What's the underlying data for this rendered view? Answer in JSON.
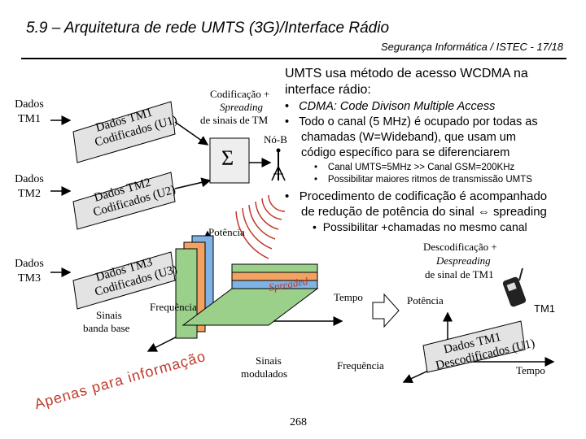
{
  "header": {
    "title": "5.9 – Arquitetura de rede UMTS (3G)/Interface Rádio",
    "subtitle": "Segurança Informática / ISTEC - 17/18"
  },
  "inputs": [
    {
      "label_line1": "Dados",
      "label_line2": "TM1",
      "box_line1": "Dados TM1",
      "box_line2": "Codificados (U1)"
    },
    {
      "label_line1": "Dados",
      "label_line2": "TM2",
      "box_line1": "Dados TM2",
      "box_line2": "Codificados (U2)"
    },
    {
      "label_line1": "Dados",
      "label_line2": "TM3",
      "box_line1": "Dados TM3",
      "box_line2": "Codificados (U3)"
    }
  ],
  "coding_label": {
    "line1": "Codificação +",
    "line2": "Spreading",
    "line3": "de sinais de TM"
  },
  "sum_symbol": "Σ",
  "node_b": "Nó-B",
  "axes": {
    "potencia": "Potência",
    "frequencia": "Frequência",
    "sinais_banda_base_l1": "Sinais",
    "sinais_banda_base_l2": "banda base",
    "spreaded": "Spreaded",
    "sinais_modulados_l1": "Sinais",
    "sinais_modulados_l2": "modulados",
    "tempo": "Tempo",
    "potencia_right": "Potência",
    "frequencia_right": "Frequência",
    "tempo_right": "Tempo"
  },
  "text_panel": {
    "heading_l1": "UMTS usa método de acesso WCDMA na",
    "heading_l2": "interface rádio:",
    "bullets": [
      "CDMA: Code Divison Multiple Access",
      "Todo o canal (5 MHz) é ocupado por todas as",
      "chamadas (W=Wideband), que usam um",
      "código específico para se diferenciarem"
    ],
    "sub_bullets": [
      "Canal UMTS=5MHz >> Canal GSM=200KHz",
      "Possibilitar maiores ritmos de transmissão UMTS"
    ],
    "proc_l1": "Procedimento de codificação é acompanhado",
    "proc_l2": "de redução de potência do sinal ⇔ spreading",
    "proc_sub": "Possibilitar +chamadas no mesmo canal"
  },
  "decoding": {
    "line1": "Descodificação +",
    "line2": "Despreading",
    "line3": "de sinal de TM1"
  },
  "tm1_label": "TM1",
  "output_box": {
    "line1": "Dados TM1",
    "line2": "Descodificados (U1)"
  },
  "watermark": "Apenas para informação",
  "page_number": "268"
}
